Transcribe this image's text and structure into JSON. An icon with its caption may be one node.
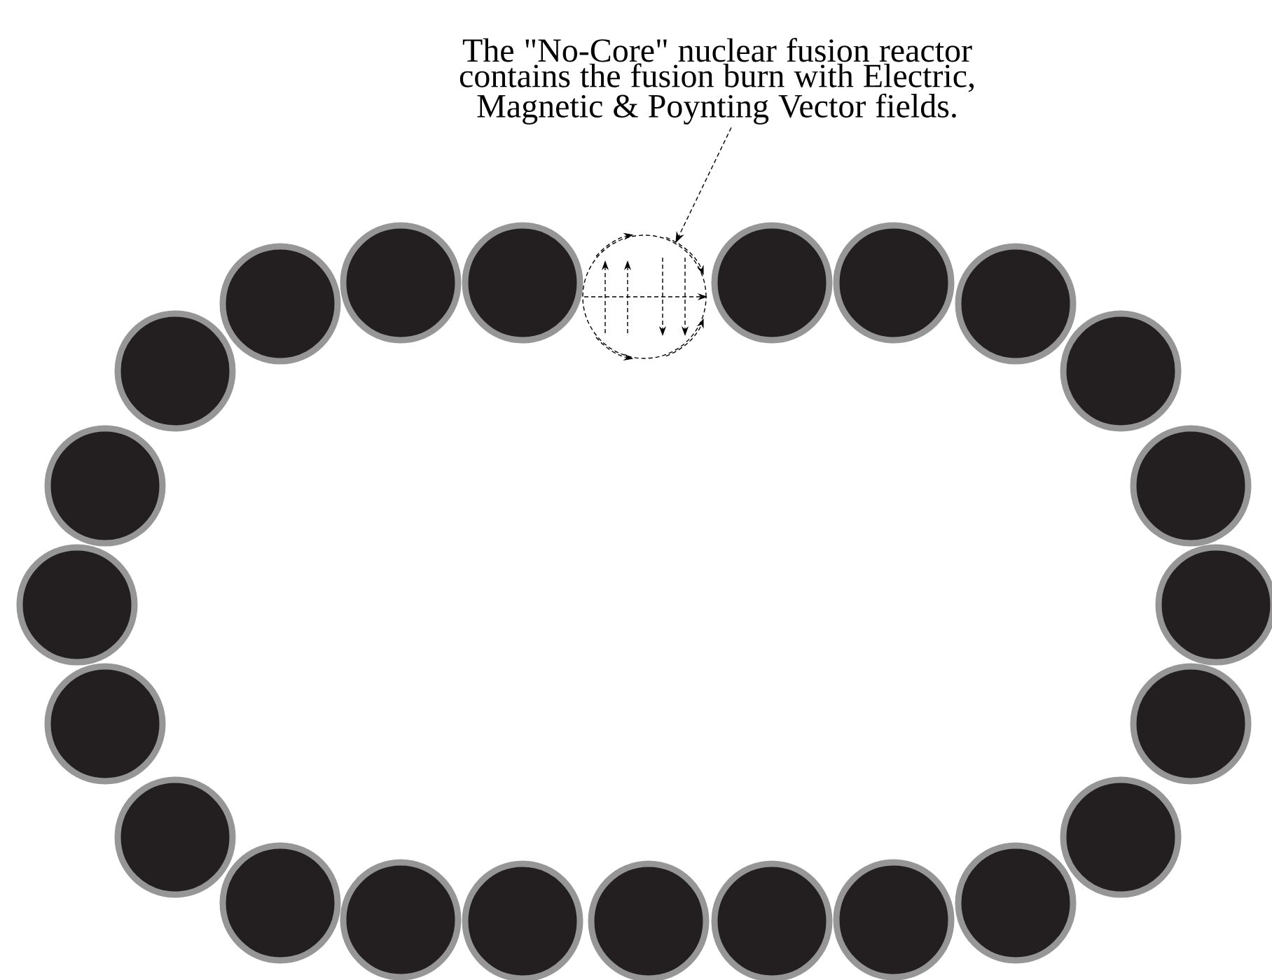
{
  "diagram": {
    "nodes": [
      {
        "text": [
          "The \"No-Core\" nuclear fusion reactor contains the fusion burn with Electric, Magnetic & Poynting Vector fields."
        ]
      },
      {
        "text": [],
        "shape": "circle"
      }
    ],
    "edges": [
      {
        "from": 0,
        "to": 1,
        "arrow": "to",
        "style": "dashed"
      }
    ]
  }
}
